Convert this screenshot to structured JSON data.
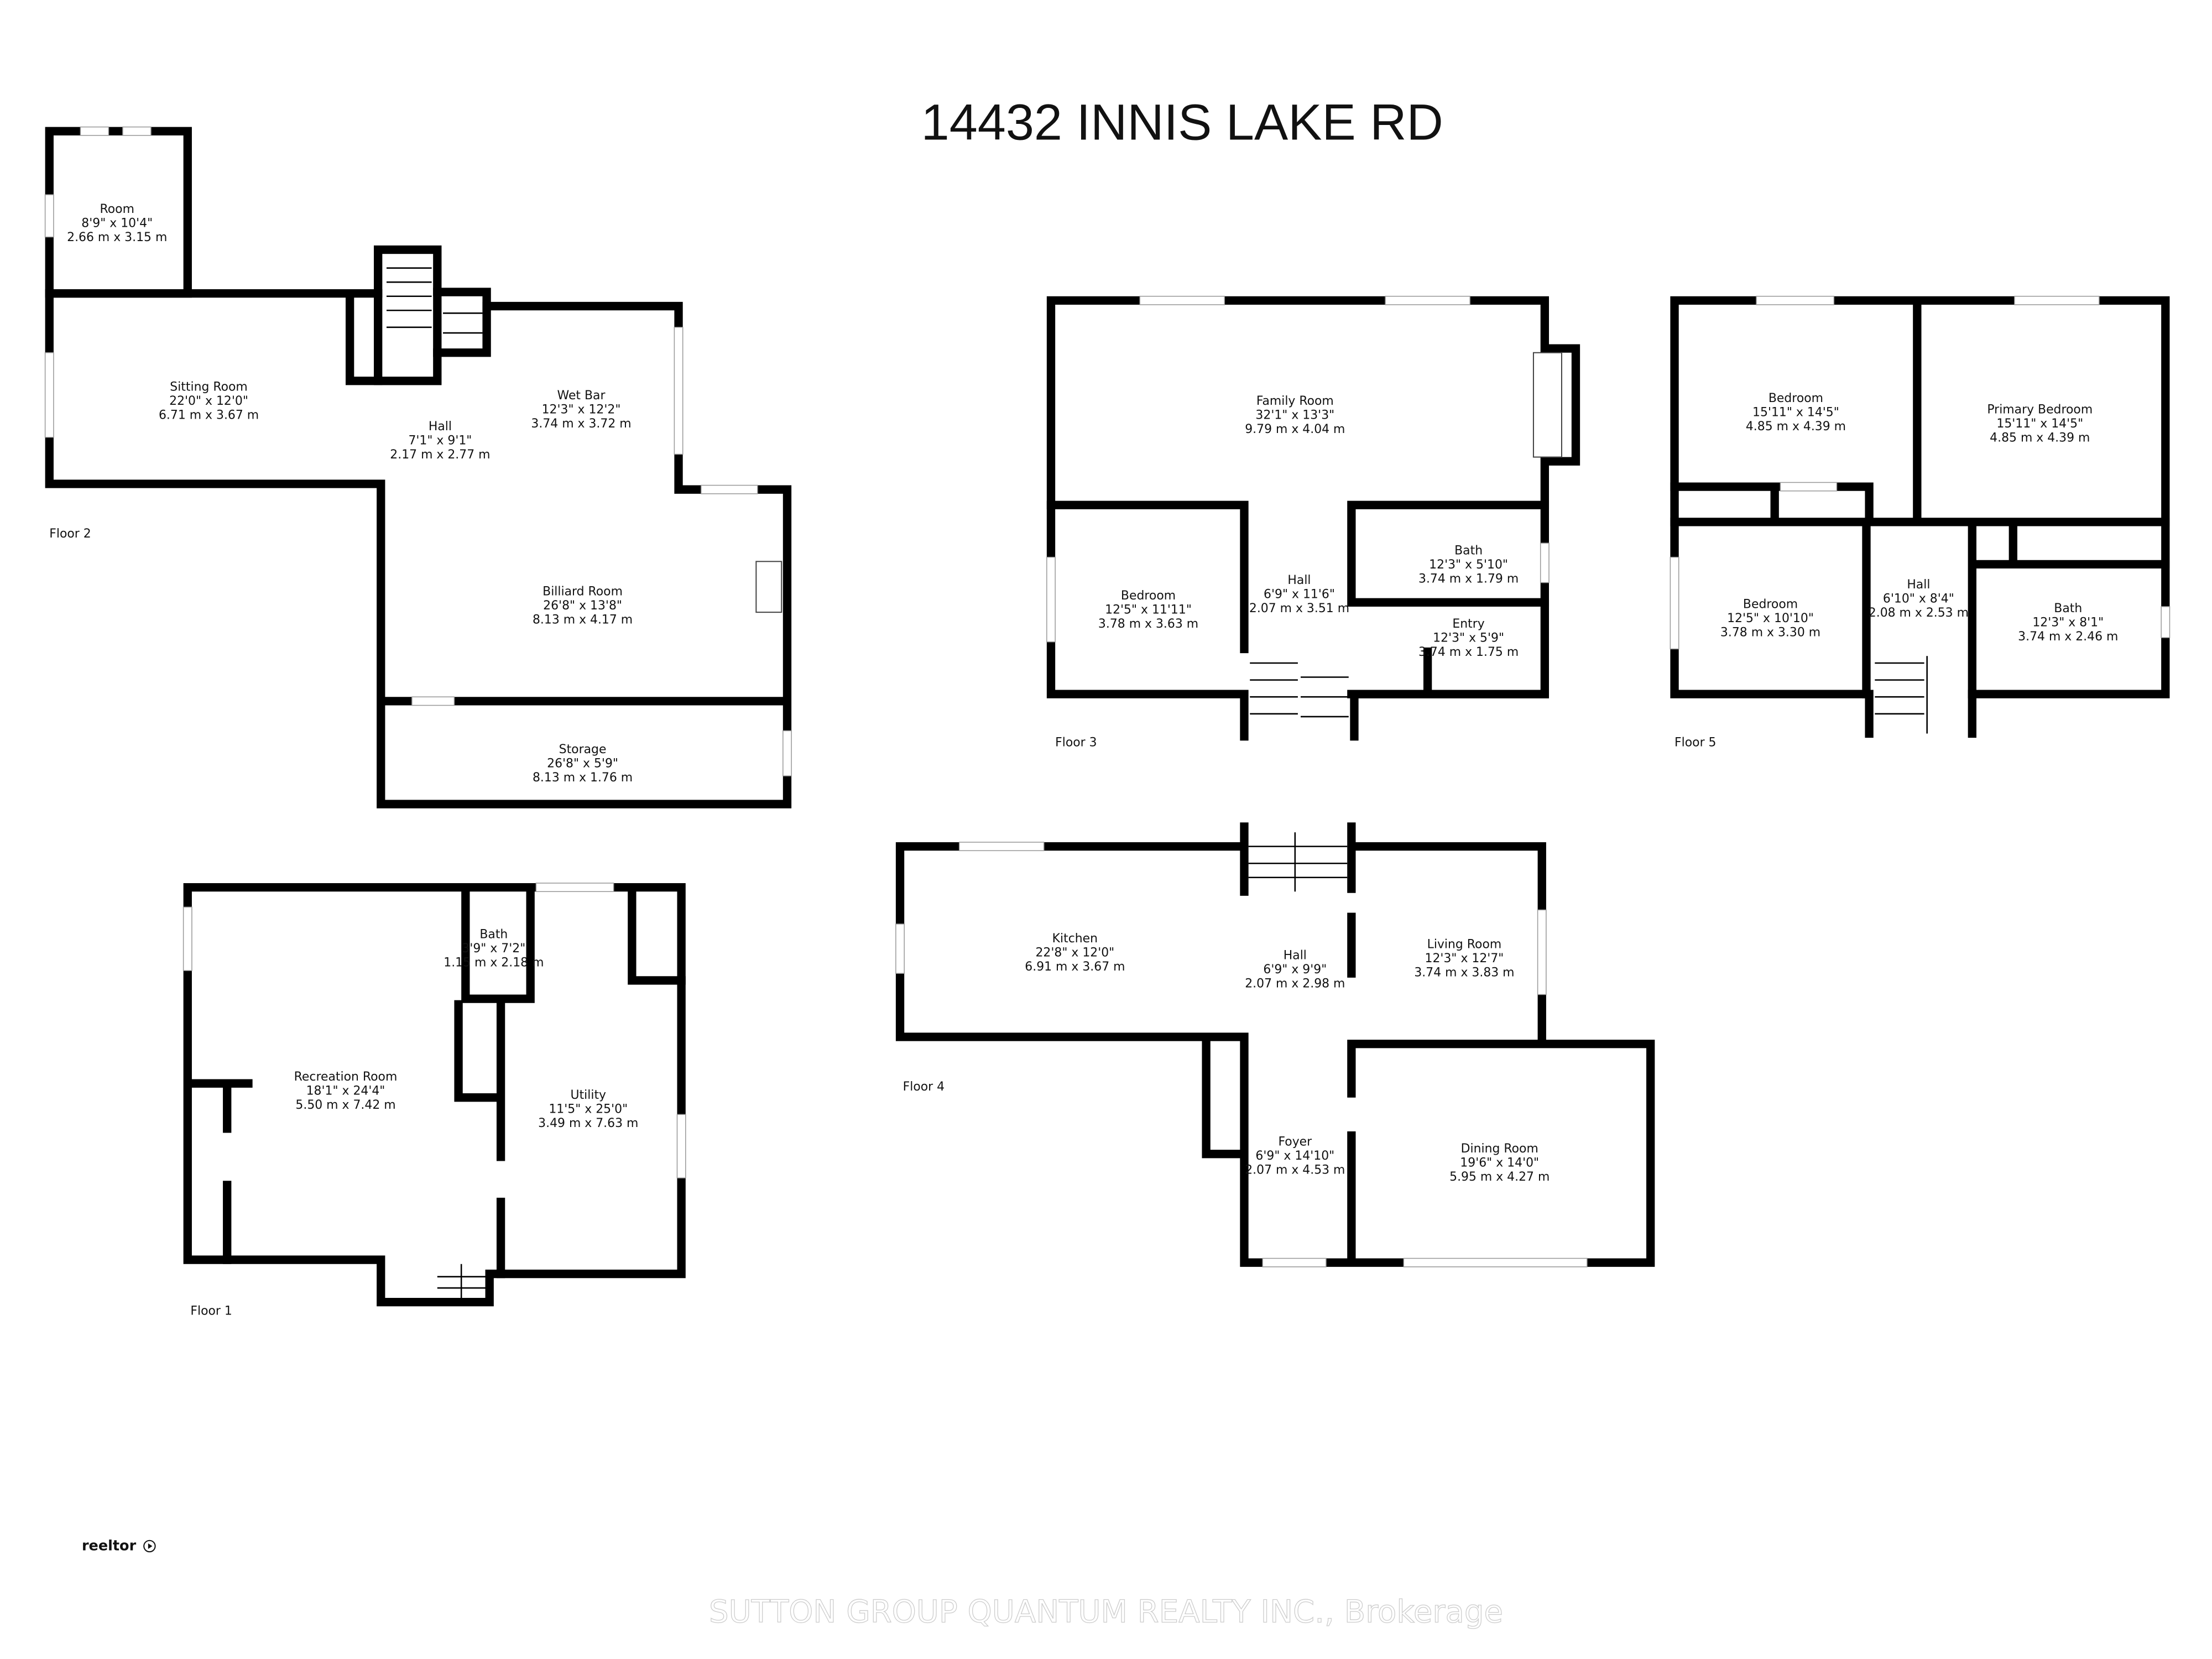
{
  "title": "14432 INNIS LAKE RD",
  "floors": [
    {
      "label": "Floor 2",
      "rooms": [
        {
          "name": "Room",
          "imperial": "8'9\" x 10'4\"",
          "metric": "2.66 m x 3.15 m"
        },
        {
          "name": "Sitting Room",
          "imperial": "22'0\" x 12'0\"",
          "metric": "6.71 m x 3.67 m"
        },
        {
          "name": "Hall",
          "imperial": "7'1\" x 9'1\"",
          "metric": "2.17 m x 2.77 m"
        },
        {
          "name": "Wet Bar",
          "imperial": "12'3\" x 12'2\"",
          "metric": "3.74 m x 3.72 m"
        },
        {
          "name": "Billiard Room",
          "imperial": "26'8\" x 13'8\"",
          "metric": "8.13 m x 4.17 m"
        },
        {
          "name": "Storage",
          "imperial": "26'8\" x 5'9\"",
          "metric": "8.13 m x 1.76 m"
        }
      ]
    },
    {
      "label": "Floor 3",
      "rooms": [
        {
          "name": "Family Room",
          "imperial": "32'1\" x 13'3\"",
          "metric": "9.79 m x 4.04 m"
        },
        {
          "name": "Bedroom",
          "imperial": "12'5\" x 11'11\"",
          "metric": "3.78 m x 3.63 m"
        },
        {
          "name": "Hall",
          "imperial": "6'9\" x 11'6\"",
          "metric": "2.07 m x 3.51 m"
        },
        {
          "name": "Bath",
          "imperial": "12'3\" x 5'10\"",
          "metric": "3.74 m x 1.79 m"
        },
        {
          "name": "Entry",
          "imperial": "12'3\" x 5'9\"",
          "metric": "3.74 m x 1.75 m"
        }
      ]
    },
    {
      "label": "Floor 5",
      "rooms": [
        {
          "name": "Bedroom",
          "imperial": "15'11\" x 14'5\"",
          "metric": "4.85 m x 4.39 m"
        },
        {
          "name": "Primary Bedroom",
          "imperial": "15'11\" x 14'5\"",
          "metric": "4.85 m x 4.39 m"
        },
        {
          "name": "Bedroom",
          "imperial": "12'5\" x 10'10\"",
          "metric": "3.78 m x 3.30 m"
        },
        {
          "name": "Hall",
          "imperial": "6'10\" x 8'4\"",
          "metric": "2.08 m x 2.53 m"
        },
        {
          "name": "Bath",
          "imperial": "12'3\" x 8'1\"",
          "metric": "3.74 m x 2.46 m"
        }
      ]
    },
    {
      "label": "Floor 1",
      "rooms": [
        {
          "name": "Bath",
          "imperial": "3'9\" x 7'2\"",
          "metric": "1.15 m x 2.18 m"
        },
        {
          "name": "Recreation Room",
          "imperial": "18'1\" x 24'4\"",
          "metric": "5.50 m x 7.42 m"
        },
        {
          "name": "Utility",
          "imperial": "11'5\" x 25'0\"",
          "metric": "3.49 m x 7.63 m"
        }
      ]
    },
    {
      "label": "Floor 4",
      "rooms": [
        {
          "name": "Kitchen",
          "imperial": "22'8\" x 12'0\"",
          "metric": "6.91 m x 3.67 m"
        },
        {
          "name": "Hall",
          "imperial": "6'9\" x 9'9\"",
          "metric": "2.07 m x 2.98 m"
        },
        {
          "name": "Living Room",
          "imperial": "12'3\" x 12'7\"",
          "metric": "3.74 m x 3.83 m"
        },
        {
          "name": "Foyer",
          "imperial": "6'9\" x 14'10\"",
          "metric": "2.07 m x 4.53 m"
        },
        {
          "name": "Dining Room",
          "imperial": "19'6\" x 14'0\"",
          "metric": "5.95 m x 4.27 m"
        }
      ]
    }
  ],
  "logo": "reeltor",
  "watermark": "SUTTON GROUP QUANTUM REALTY INC., Brokerage"
}
